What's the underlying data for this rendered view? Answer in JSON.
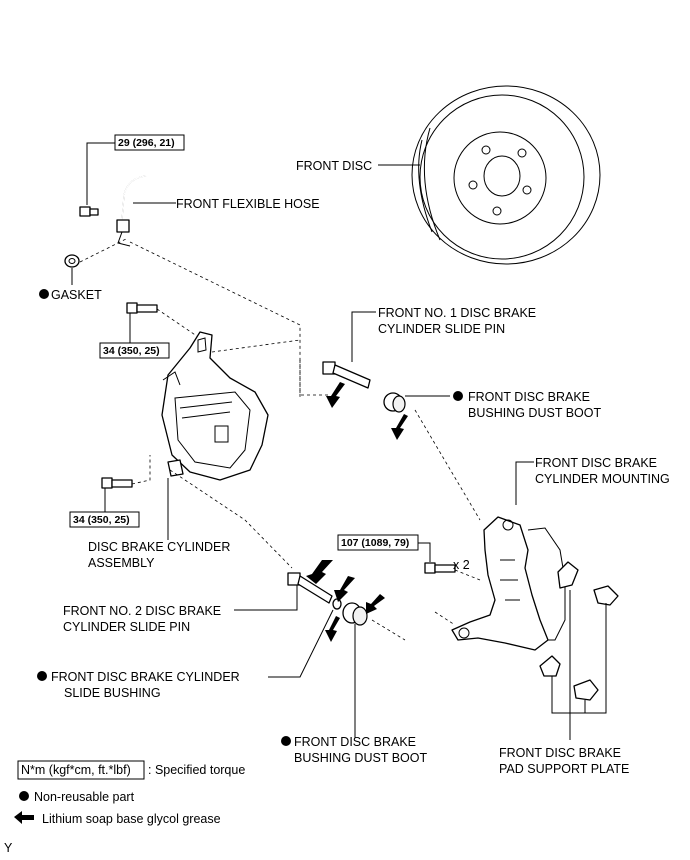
{
  "torques": {
    "hose_bolt": "29 (296, 21)",
    "upper_bolt": "34 (350, 25)",
    "lower_bolt": "34 (350, 25)",
    "mounting_bolt": "107 (1089, 79)",
    "mounting_bolt_qty": "x 2"
  },
  "labels": {
    "front_disc": "FRONT DISC",
    "front_flexible_hose": "FRONT FLEXIBLE HOSE",
    "gasket": "GASKET",
    "slide_pin_1_line1": "FRONT NO. 1 DISC BRAKE",
    "slide_pin_1_line2": "CYLINDER SLIDE PIN",
    "dust_boot_upper_line1": "FRONT DISC BRAKE",
    "dust_boot_upper_line2": "BUSHING DUST BOOT",
    "mounting_line1": "FRONT DISC BRAKE",
    "mounting_line2": "CYLINDER MOUNTING",
    "cylinder_assembly_line1": "DISC BRAKE CYLINDER",
    "cylinder_assembly_line2": "ASSEMBLY",
    "slide_pin_2_line1": "FRONT NO. 2 DISC BRAKE",
    "slide_pin_2_line2": "CYLINDER SLIDE PIN",
    "slide_bushing_line1": "FRONT DISC BRAKE CYLINDER",
    "slide_bushing_line2": "SLIDE BUSHING",
    "dust_boot_lower_line1": "FRONT DISC BRAKE",
    "dust_boot_lower_line2": "BUSHING DUST BOOT",
    "pad_support_line1": "FRONT DISC BRAKE",
    "pad_support_line2": "PAD SUPPORT PLATE"
  },
  "legend": {
    "torque_unit": "N*m (kgf*cm, ft.*lbf)",
    "torque_desc": ": Specified torque",
    "non_reusable": "Non-reusable part",
    "grease": "Lithium soap base glycol grease"
  },
  "footer_code": "Y",
  "icons": {
    "non_reusable": "filled-circle-icon",
    "grease": "grease-arrow-icon"
  }
}
